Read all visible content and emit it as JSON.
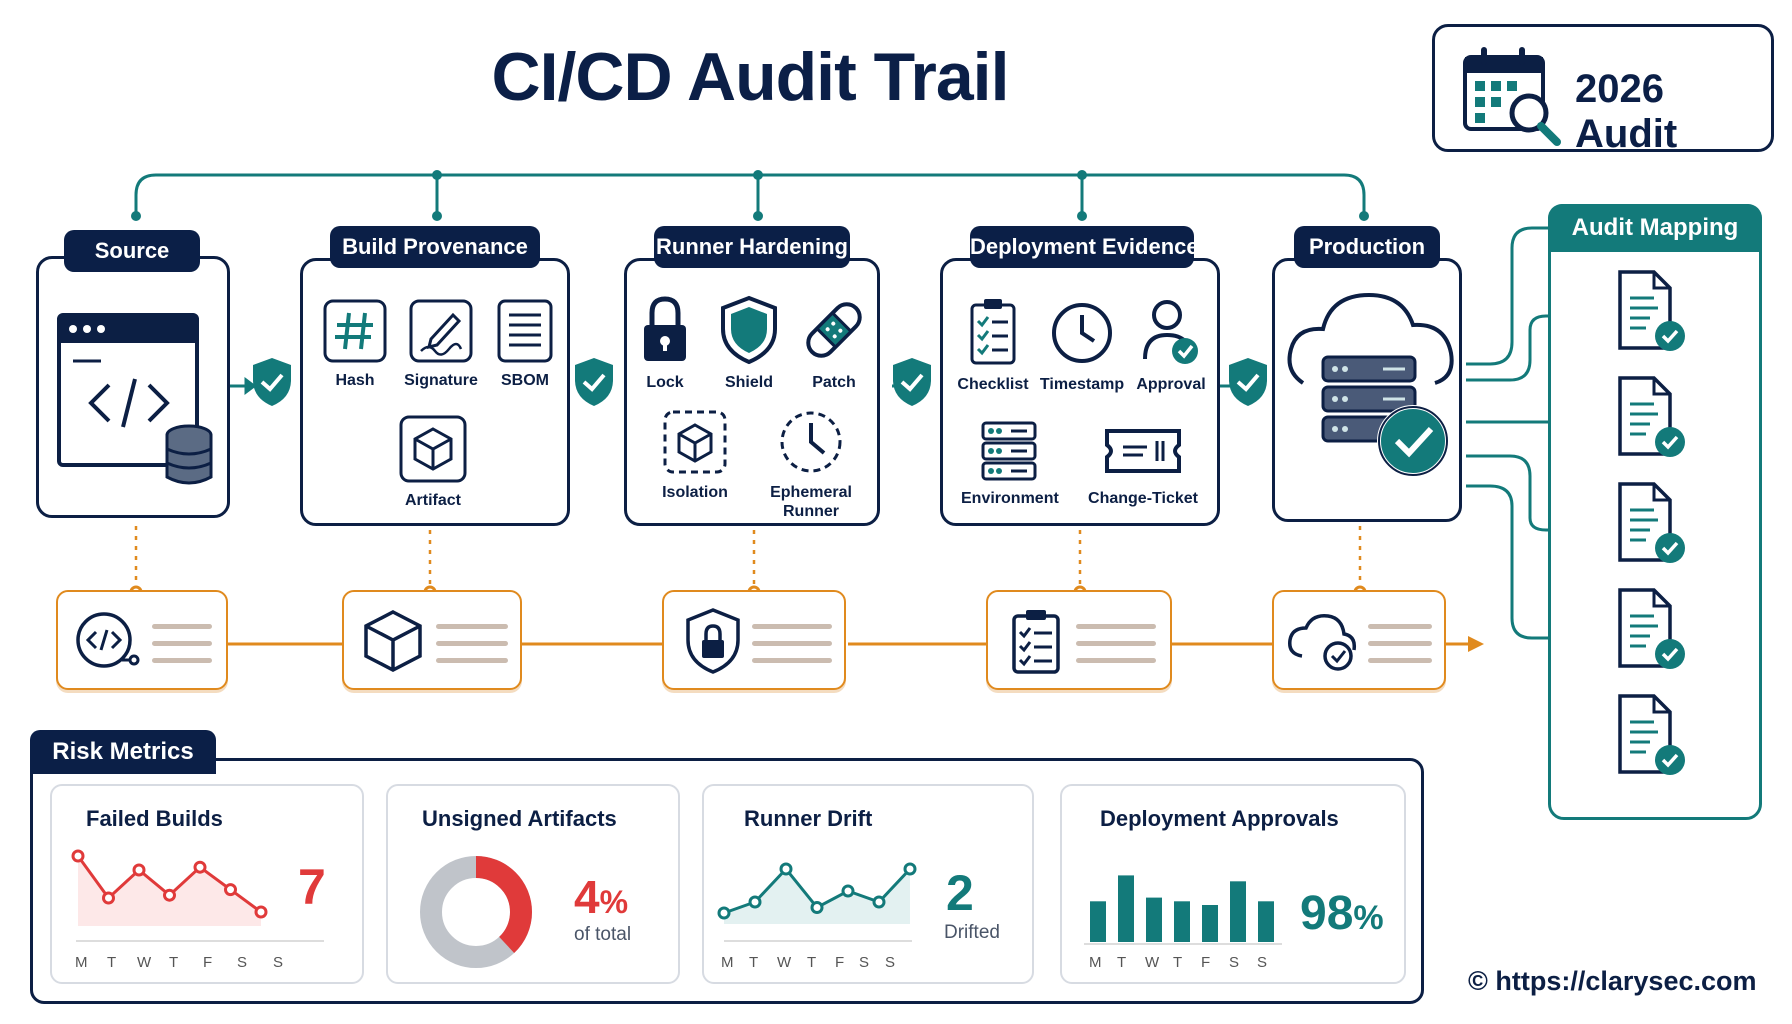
{
  "title": "CI/CD Audit Trail",
  "audit_badge": {
    "label": "2026 Audit",
    "icon": "calendar-search-icon"
  },
  "stages": {
    "source": {
      "label": "Source"
    },
    "build": {
      "label": "Build Provenance",
      "items": [
        "Hash",
        "Signature",
        "SBOM",
        "Artifact"
      ]
    },
    "runner": {
      "label": "Runner Hardening",
      "items": [
        "Lock",
        "Shield",
        "Patch",
        "Isolation",
        "Ephemeral Runner"
      ]
    },
    "deploy": {
      "label": "Deployment Evidence",
      "items": [
        "Checklist",
        "Timestamp",
        "Approval",
        "Environment",
        "Change-Ticket"
      ]
    },
    "production": {
      "label": "Production"
    }
  },
  "audit_mapping": {
    "label": "Audit Mapping",
    "document_count": 5
  },
  "risk": {
    "label": "Risk Metrics",
    "failed_builds": {
      "title": "Failed Builds",
      "value": "7",
      "days": [
        "M",
        "T",
        "W",
        "T",
        "F",
        "S",
        "S"
      ],
      "trend": [
        5,
        2,
        4,
        2.2,
        4.2,
        2.6,
        1
      ]
    },
    "unsigned_artifacts": {
      "title": "Unsigned Artifacts",
      "value": "4",
      "unit": "%",
      "caption": "of total",
      "segment_fraction": 0.38
    },
    "runner_drift": {
      "title": "Runner Drift",
      "value": "2",
      "caption": "Drifted",
      "days": [
        "M",
        "T",
        "W",
        "T",
        "F",
        "S",
        "S"
      ],
      "trend": [
        1,
        2,
        5,
        1.5,
        3,
        2,
        5
      ]
    },
    "deployment_approvals": {
      "title": "Deployment Approvals",
      "value": "98",
      "unit": "%",
      "days": [
        "M",
        "T",
        "W",
        "T",
        "F",
        "S",
        "S"
      ],
      "bars": [
        0.55,
        0.9,
        0.6,
        0.55,
        0.5,
        0.82,
        0.55
      ]
    }
  },
  "colors": {
    "navy": "#0b1f47",
    "teal": "#137a7a",
    "orange": "#e08a1e",
    "red": "#e03a3a"
  },
  "copyright": "© https://clarysec.com"
}
